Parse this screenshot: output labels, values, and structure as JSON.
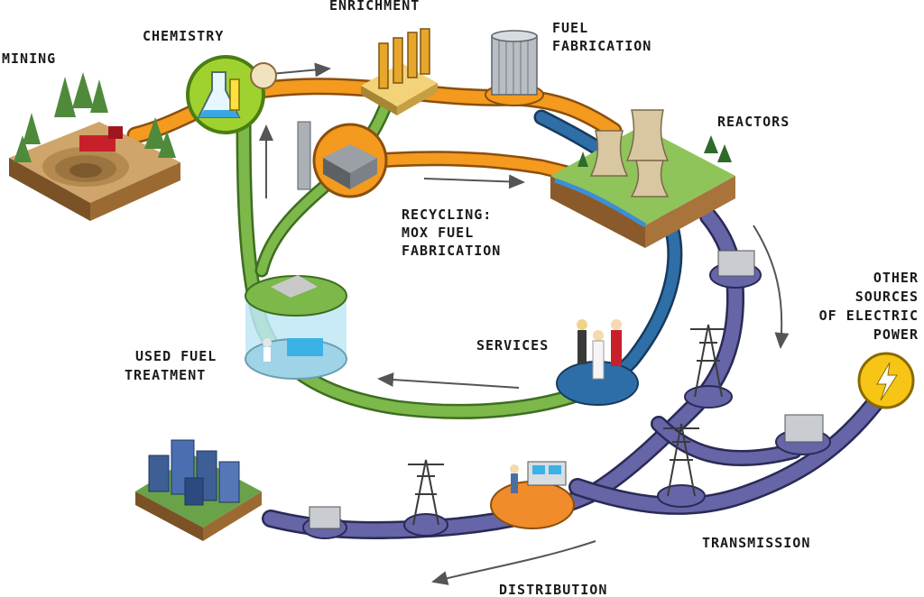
{
  "labels": {
    "mining": "MINING",
    "chemistry": "CHEMISTRY",
    "enrichment": "ENRICHMENT",
    "fuel_fabrication": [
      "FUEL",
      "FABRICATION"
    ],
    "reactors": "REACTORS",
    "recycling": [
      "RECYCLING:",
      "MOX FUEL",
      "FABRICATION"
    ],
    "services": "SERVICES",
    "used_fuel_treatment": [
      "USED FUEL",
      "TREATMENT"
    ],
    "other_sources": [
      "OTHER",
      "SOURCES",
      "OF ELECTRIC",
      "POWER"
    ],
    "transmission": "TRANSMISSION",
    "distribution": "DISTRIBUTION"
  },
  "colors": {
    "fuel_path": "#f39a1f",
    "recycle_path": "#7cb84a",
    "reactor_path": "#2f6fa8",
    "grid_path": "#5b5b9e",
    "chemistry_circle": "#9fd22e",
    "services_disc": "#2d6ea8",
    "control_disc": "#f08c2a",
    "power_circle": "#f6c515"
  },
  "icons": {
    "mining": "open-pit-mine-icon",
    "chemistry": "flask-icon",
    "enrichment": "enrichment-plant-icon",
    "fuel_fabrication": "silo-icon",
    "reactors": "cooling-tower-icon",
    "recycling": "mox-plant-icon",
    "used_fuel": "fuel-pool-icon",
    "services": "workers-icon",
    "power": "lightning-bolt-icon",
    "transmission": "pylon-icon",
    "distribution": "city-icon",
    "control": "control-room-icon",
    "transformer": "transformer-icon"
  }
}
